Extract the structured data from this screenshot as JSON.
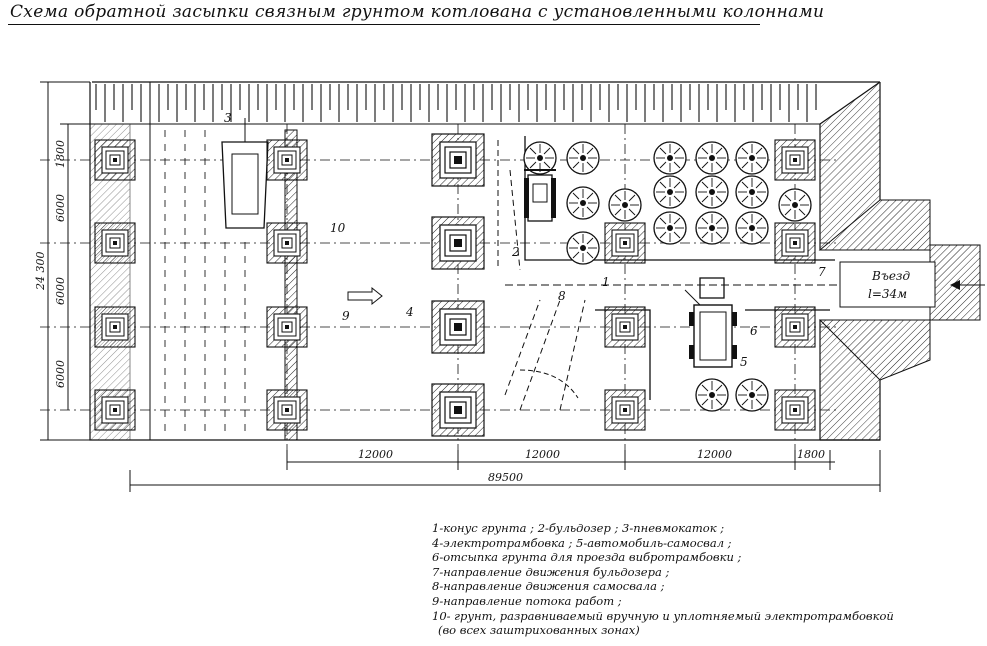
{
  "title": "Схема обратной засыпки связным грунтом котлована с установленными колоннами",
  "dimensions": {
    "overall_length": "89500",
    "overall_width": "24 300",
    "spans": [
      "12000",
      "12000",
      "12000",
      "1800"
    ],
    "bays": [
      "1800",
      "6000",
      "6000",
      "6000"
    ]
  },
  "entry": {
    "label": "Въезд",
    "length": "l=34м"
  },
  "callouts": [
    "1",
    "2",
    "3",
    "4",
    "5",
    "6",
    "7",
    "8",
    "9",
    "10"
  ],
  "legend": [
    "1-конус грунта ;  2-бульдозер ;  3-пневмокаток ;",
    "4-электротрамбовка ; 5-автомобиль-самосвал ;",
    "6-отсыпка грунта для проезда вибротрамбовки ;",
    "7-направление движения бульдозера ;",
    "8-направление движения самосвала ;",
    "9-направление потока работ ;",
    "10- грунт, разравниваемый вручную и уплотняемый электротрамбовкой",
    "(во всех заштрихованных зонах)"
  ]
}
